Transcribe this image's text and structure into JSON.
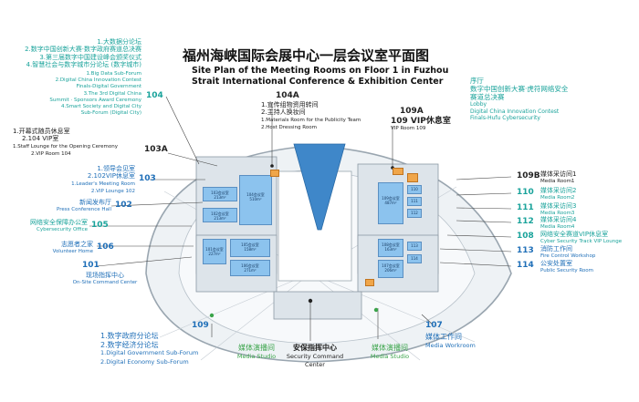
{
  "title_cn": "福州海峡国际会展中心一层会议室平面图",
  "title_en_1": "Site Plan of the Meeting Rooms on Floor 1 in Fuzhou",
  "title_en_2": "Strait International Conference & Exhibition Center",
  "left_104": {
    "items_cn": [
      "1.大数据分论坛",
      "2.数字中国创新大赛·数字政府赛道总决赛",
      "3.第三届数字中国建设峰会颁奖仪式",
      "4.智慧社会与数字城市分论坛 (数字城市)"
    ],
    "items_en": [
      "1.Big Data Sub-Forum",
      "2.Digital China Innovation Contest",
      "Finals-Digital Government",
      "3.The 3rd Digital China",
      "Summit · Sponsors Award Ceremony",
      "4.Smart Society and Digital City",
      "Sub-Forum (Digital City)"
    ],
    "num": "104"
  },
  "left_103a": {
    "lines": [
      "1.开幕式随员休息室",
      "2.104 VIP室",
      "1.Staff Lounge for the Opening Ceremony",
      "2.VIP Room 104"
    ],
    "num": "103A"
  },
  "left_103": {
    "lines": [
      "1.领导会见室",
      "2.102VIP休息室",
      "1.Leader's Meeting Room",
      "2.VIP Lounge 102"
    ],
    "num": "103"
  },
  "left_102": {
    "cn": "新闻发布厅",
    "en": "Press Conference Hall",
    "num": "102"
  },
  "left_105": {
    "cn": "网络安全保障办公室",
    "en": "Cybersecurity Office",
    "num": "105"
  },
  "left_106": {
    "cn": "志愿者之家",
    "en": "Volunteer Home",
    "num": "106"
  },
  "left_101": {
    "cn": "现场指挥中心",
    "en": "On-Site Command Center",
    "num": "101"
  },
  "center_104a": {
    "num": "104A",
    "lines": [
      "1.宣传组物资用转间",
      "2.主持人换妆间",
      "1.Materials Room for the Publicity Team",
      "2.Host Dressing Room"
    ]
  },
  "center_109a": {
    "num": "109A",
    "cn": "109 VIP休息室",
    "en": "VIP Room 109"
  },
  "right_lobby": {
    "cn_1": "序厅",
    "cn_2": "数字中国创新大赛·虎符网络安全",
    "cn_3": "赛道总决赛",
    "en_1": "Lobby",
    "en_2": "Digital China Innovation Contest",
    "en_3": "Finals-Hufu Cybersecurity"
  },
  "right_list": [
    {
      "num": "109B",
      "cn": "媒体采访间1",
      "en": "Media Room1"
    },
    {
      "num": "110",
      "cn": "媒体采访间2",
      "en": "Media Room2"
    },
    {
      "num": "111",
      "cn": "媒体采访间3",
      "en": "Media Room3"
    },
    {
      "num": "112",
      "cn": "媒体采访间4",
      "en": "Media Room4"
    },
    {
      "num": "108",
      "cn": "网络安全赛道VIP休息室",
      "en": "Cyber Security Track VIP Lounge"
    },
    {
      "num": "113",
      "cn": "消防工作间",
      "en": "Fire Control Workshop"
    },
    {
      "num": "114",
      "cn": "公安处置室",
      "en": "Public Security Room"
    }
  ],
  "bottom_109": {
    "num": "109",
    "lines": [
      "1.数字政府分论坛",
      "2.数字经济分论坛",
      "1.Digital Government Sub-Forum",
      "2.Digital Economy Sub-Forum"
    ]
  },
  "bottom_media_l": {
    "cn": "媒体演播间",
    "en": "Media Studio"
  },
  "bottom_security": {
    "cn": "安保指挥中心",
    "en_1": "Security Command",
    "en_2": "Center"
  },
  "bottom_media_r": {
    "cn": "媒体演播间",
    "en": "Media Studio"
  },
  "bottom_107": {
    "num": "107",
    "cn": "媒体工作间",
    "en": "Media Workroom"
  },
  "rooms": {
    "r103": [
      "103会议室",
      "213m²"
    ],
    "r102": [
      "102会议室",
      "213m²"
    ],
    "r104": [
      "104会议室",
      "510m²"
    ],
    "r101": [
      "101会议室",
      "227m²"
    ],
    "r105": [
      "105会议室",
      "158m²"
    ],
    "r106": [
      "106会议室",
      "271m²"
    ],
    "r109": [
      "109会议室",
      "487m²"
    ],
    "r108": [
      "108会议室",
      "163m²"
    ],
    "r107": [
      "107会议室",
      "206m²"
    ],
    "r110": "110",
    "r111": "111",
    "r112": "112",
    "r113": "113",
    "r114": "114"
  },
  "colors": {
    "room": "#8cc3ee",
    "orange": "#f0a64a",
    "blue": "#1f6fb8",
    "teal": "#1aa39b",
    "green": "#3aa44a"
  }
}
